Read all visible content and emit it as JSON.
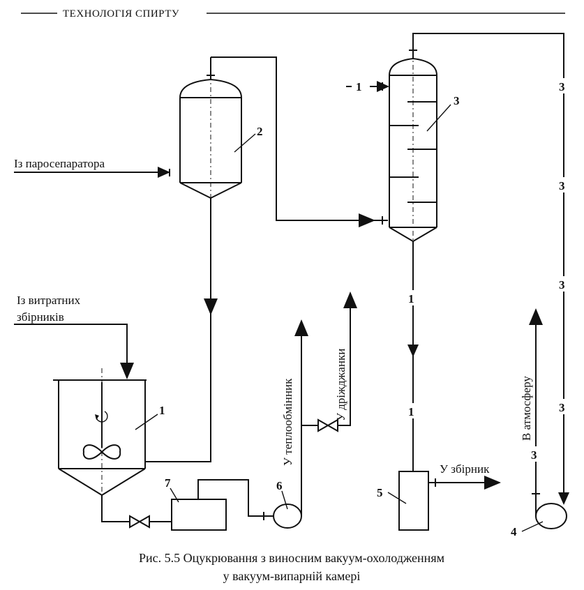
{
  "header": {
    "title": "ТЕХНОЛОГІЯ СПИРТУ"
  },
  "labels": {
    "from_steam_separator": "Із паросепаратора",
    "from_tanks_line1": "Із витратних",
    "from_tanks_line2": "збірників",
    "to_heat_exchanger": "У теплообмінник",
    "to_yeast_tanks": "У дріжджанки",
    "to_collector": "У збірник",
    "to_atmosphere": "В атмосферу"
  },
  "numbers": {
    "mixer": "1",
    "separator": "2",
    "column": "3",
    "pump_vacuum": "4",
    "collector": "5",
    "pump": "6",
    "heat_unit": "7",
    "line_1": "1",
    "line_3": "3"
  },
  "caption": {
    "line1": "Рис. 5.5 Оцукрювання з виносним вакуум-охолодженням",
    "line2": "у вакуум-випарній камері"
  }
}
